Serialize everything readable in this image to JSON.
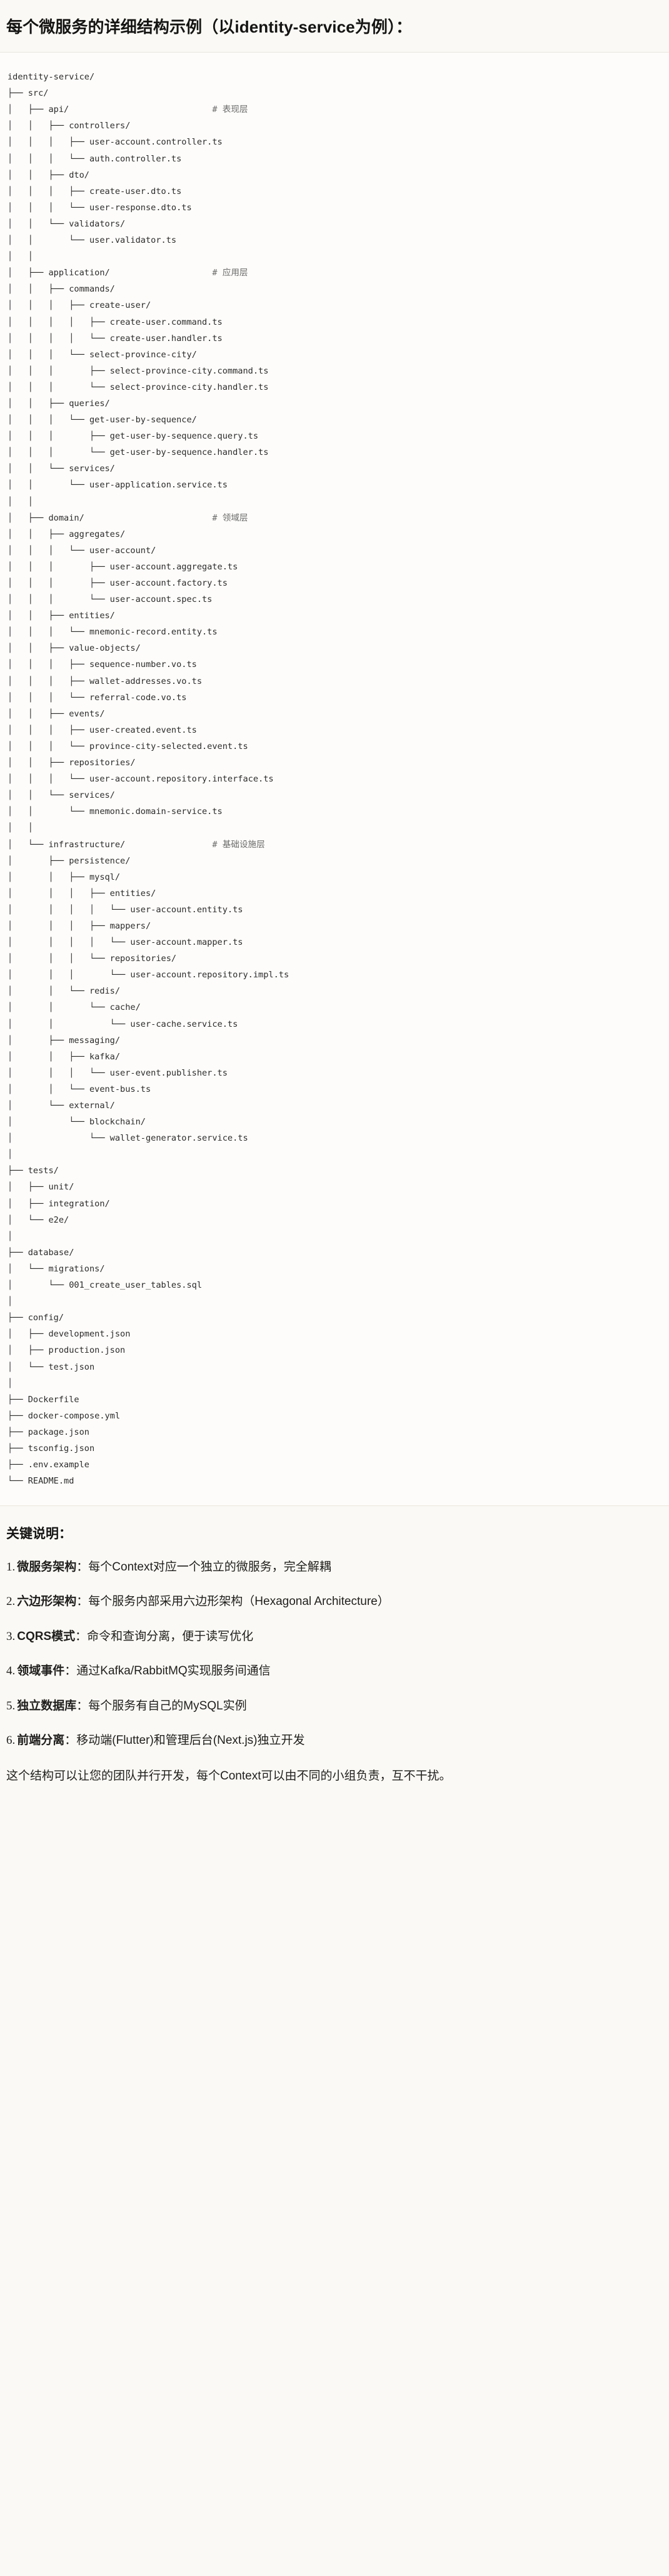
{
  "title": "每个微服务的详细结构示例（以identity-service为例）：",
  "tree": {
    "lines": [
      {
        "text": "identity-service/",
        "comment": ""
      },
      {
        "text": "├── src/",
        "comment": ""
      },
      {
        "text": "│   ├── api/",
        "comment": "# 表现层"
      },
      {
        "text": "│   │   ├── controllers/",
        "comment": ""
      },
      {
        "text": "│   │   │   ├── user-account.controller.ts",
        "comment": ""
      },
      {
        "text": "│   │   │   └── auth.controller.ts",
        "comment": ""
      },
      {
        "text": "│   │   ├── dto/",
        "comment": ""
      },
      {
        "text": "│   │   │   ├── create-user.dto.ts",
        "comment": ""
      },
      {
        "text": "│   │   │   └── user-response.dto.ts",
        "comment": ""
      },
      {
        "text": "│   │   └── validators/",
        "comment": ""
      },
      {
        "text": "│   │       └── user.validator.ts",
        "comment": ""
      },
      {
        "text": "│   │",
        "comment": ""
      },
      {
        "text": "│   ├── application/",
        "comment": "# 应用层"
      },
      {
        "text": "│   │   ├── commands/",
        "comment": ""
      },
      {
        "text": "│   │   │   ├── create-user/",
        "comment": ""
      },
      {
        "text": "│   │   │   │   ├── create-user.command.ts",
        "comment": ""
      },
      {
        "text": "│   │   │   │   └── create-user.handler.ts",
        "comment": ""
      },
      {
        "text": "│   │   │   └── select-province-city/",
        "comment": ""
      },
      {
        "text": "│   │   │       ├── select-province-city.command.ts",
        "comment": ""
      },
      {
        "text": "│   │   │       └── select-province-city.handler.ts",
        "comment": ""
      },
      {
        "text": "│   │   ├── queries/",
        "comment": ""
      },
      {
        "text": "│   │   │   └── get-user-by-sequence/",
        "comment": ""
      },
      {
        "text": "│   │   │       ├── get-user-by-sequence.query.ts",
        "comment": ""
      },
      {
        "text": "│   │   │       └── get-user-by-sequence.handler.ts",
        "comment": ""
      },
      {
        "text": "│   │   └── services/",
        "comment": ""
      },
      {
        "text": "│   │       └── user-application.service.ts",
        "comment": ""
      },
      {
        "text": "│   │",
        "comment": ""
      },
      {
        "text": "│   ├── domain/",
        "comment": "# 领域层"
      },
      {
        "text": "│   │   ├── aggregates/",
        "comment": ""
      },
      {
        "text": "│   │   │   └── user-account/",
        "comment": ""
      },
      {
        "text": "│   │   │       ├── user-account.aggregate.ts",
        "comment": ""
      },
      {
        "text": "│   │   │       ├── user-account.factory.ts",
        "comment": ""
      },
      {
        "text": "│   │   │       └── user-account.spec.ts",
        "comment": ""
      },
      {
        "text": "│   │   ├── entities/",
        "comment": ""
      },
      {
        "text": "│   │   │   └── mnemonic-record.entity.ts",
        "comment": ""
      },
      {
        "text": "│   │   ├── value-objects/",
        "comment": ""
      },
      {
        "text": "│   │   │   ├── sequence-number.vo.ts",
        "comment": ""
      },
      {
        "text": "│   │   │   ├── wallet-addresses.vo.ts",
        "comment": ""
      },
      {
        "text": "│   │   │   └── referral-code.vo.ts",
        "comment": ""
      },
      {
        "text": "│   │   ├── events/",
        "comment": ""
      },
      {
        "text": "│   │   │   ├── user-created.event.ts",
        "comment": ""
      },
      {
        "text": "│   │   │   └── province-city-selected.event.ts",
        "comment": ""
      },
      {
        "text": "│   │   ├── repositories/",
        "comment": ""
      },
      {
        "text": "│   │   │   └── user-account.repository.interface.ts",
        "comment": ""
      },
      {
        "text": "│   │   └── services/",
        "comment": ""
      },
      {
        "text": "│   │       └── mnemonic.domain-service.ts",
        "comment": ""
      },
      {
        "text": "│   │",
        "comment": ""
      },
      {
        "text": "│   └── infrastructure/",
        "comment": "# 基础设施层"
      },
      {
        "text": "│       ├── persistence/",
        "comment": ""
      },
      {
        "text": "│       │   ├── mysql/",
        "comment": ""
      },
      {
        "text": "│       │   │   ├── entities/",
        "comment": ""
      },
      {
        "text": "│       │   │   │   └── user-account.entity.ts",
        "comment": ""
      },
      {
        "text": "│       │   │   ├── mappers/",
        "comment": ""
      },
      {
        "text": "│       │   │   │   └── user-account.mapper.ts",
        "comment": ""
      },
      {
        "text": "│       │   │   └── repositories/",
        "comment": ""
      },
      {
        "text": "│       │   │       └── user-account.repository.impl.ts",
        "comment": ""
      },
      {
        "text": "│       │   └── redis/",
        "comment": ""
      },
      {
        "text": "│       │       └── cache/",
        "comment": ""
      },
      {
        "text": "│       │           └── user-cache.service.ts",
        "comment": ""
      },
      {
        "text": "│       ├── messaging/",
        "comment": ""
      },
      {
        "text": "│       │   ├── kafka/",
        "comment": ""
      },
      {
        "text": "│       │   │   └── user-event.publisher.ts",
        "comment": ""
      },
      {
        "text": "│       │   └── event-bus.ts",
        "comment": ""
      },
      {
        "text": "│       └── external/",
        "comment": ""
      },
      {
        "text": "│           └── blockchain/",
        "comment": ""
      },
      {
        "text": "│               └── wallet-generator.service.ts",
        "comment": ""
      },
      {
        "text": "│",
        "comment": ""
      },
      {
        "text": "├── tests/",
        "comment": ""
      },
      {
        "text": "│   ├── unit/",
        "comment": ""
      },
      {
        "text": "│   ├── integration/",
        "comment": ""
      },
      {
        "text": "│   └── e2e/",
        "comment": ""
      },
      {
        "text": "│",
        "comment": ""
      },
      {
        "text": "├── database/",
        "comment": ""
      },
      {
        "text": "│   └── migrations/",
        "comment": ""
      },
      {
        "text": "│       └── 001_create_user_tables.sql",
        "comment": ""
      },
      {
        "text": "│",
        "comment": ""
      },
      {
        "text": "├── config/",
        "comment": ""
      },
      {
        "text": "│   ├── development.json",
        "comment": ""
      },
      {
        "text": "│   ├── production.json",
        "comment": ""
      },
      {
        "text": "│   └── test.json",
        "comment": ""
      },
      {
        "text": "│",
        "comment": ""
      },
      {
        "text": "├── Dockerfile",
        "comment": ""
      },
      {
        "text": "├── docker-compose.yml",
        "comment": ""
      },
      {
        "text": "├── package.json",
        "comment": ""
      },
      {
        "text": "├── tsconfig.json",
        "comment": ""
      },
      {
        "text": "├── .env.example",
        "comment": ""
      },
      {
        "text": "└── README.md",
        "comment": ""
      }
    ],
    "comment_column": 40
  },
  "keypoints": {
    "heading": "关键说明：",
    "items": [
      {
        "num": "1.",
        "term": "微服务架构",
        "sep": "：",
        "desc": "每个Context对应一个独立的微服务，完全解耦"
      },
      {
        "num": "2.",
        "term": "六边形架构",
        "sep": "：",
        "desc": "每个服务内部采用六边形架构（Hexagonal Architecture）"
      },
      {
        "num": "3.",
        "term": "CQRS模式",
        "sep": "：",
        "desc": "命令和查询分离，便于读写优化"
      },
      {
        "num": "4.",
        "term": "领域事件",
        "sep": "：",
        "desc": "通过Kafka/RabbitMQ实现服务间通信"
      },
      {
        "num": "5.",
        "term": "独立数据库",
        "sep": "：",
        "desc": "每个服务有自己的MySQL实例"
      },
      {
        "num": "6.",
        "term": "前端分离",
        "sep": "：",
        "desc": "移动端(Flutter)和管理后台(Next.js)独立开发"
      }
    ],
    "footer": "这个结构可以让您的团队并行开发，每个Context可以由不同的小组负责，互不干扰。"
  }
}
